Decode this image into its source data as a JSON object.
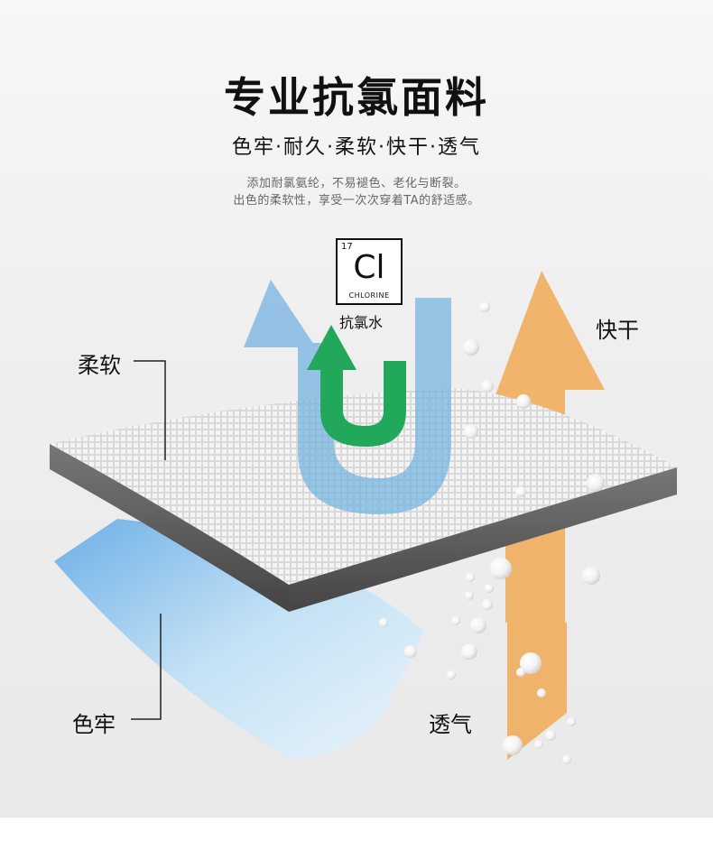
{
  "header": {
    "title": "专业抗氯面料",
    "subtitle": "色牢·耐久·柔软·快干·透气",
    "desc_line1": "添加耐氯氨纶，不易褪色、老化与断裂。",
    "desc_line2": "出色的柔软性，享受一次次穿着TA的舒适感。"
  },
  "element": {
    "number": "17",
    "symbol": "Cl",
    "name": "CHLORINE",
    "caption": "抗氯水"
  },
  "labels": {
    "soft": "柔软",
    "quick_dry": "快干",
    "colorfast": "色牢",
    "breathable": "透气"
  },
  "colors": {
    "blue_arrow": "#6fb0e0",
    "green_arrow": "#22a85a",
    "orange_arrow": "#f0a040",
    "fabric_dark": "#555555",
    "blue_layer": "#8fc6ef"
  }
}
